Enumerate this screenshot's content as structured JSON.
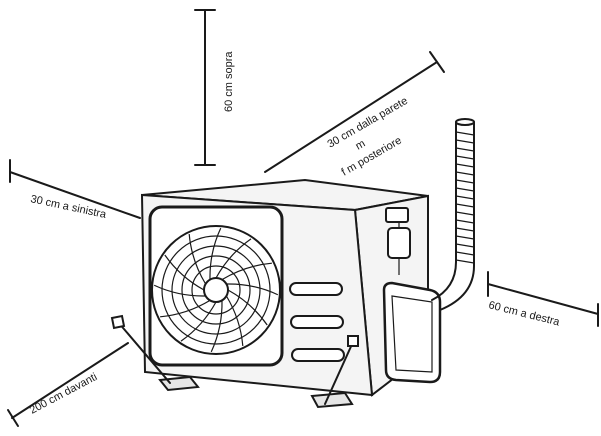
{
  "labels": {
    "top": "60 cm sopra",
    "rear_line1": "30 cm dalla parete",
    "rear_line2": "m",
    "rear_line3": "f m posteriore",
    "left": "30 cm a sinistra",
    "right": "60 cm a destra",
    "front": "200 cm davanti"
  }
}
